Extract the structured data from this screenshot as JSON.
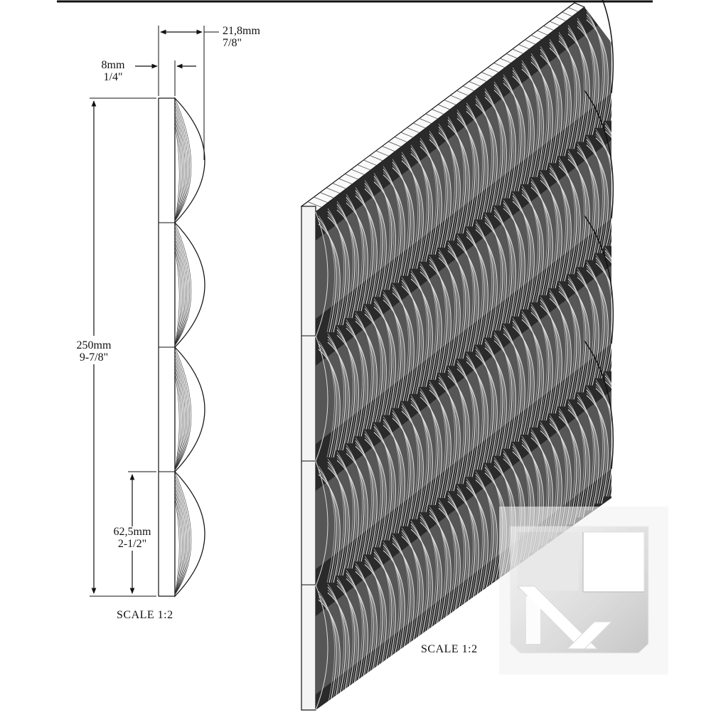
{
  "dimensions": {
    "panel_depth": {
      "metric": "21,8mm",
      "imperial": "7/8\""
    },
    "base_thickness": {
      "metric": "8mm",
      "imperial": "1/4\""
    },
    "panel_height": {
      "metric": "250mm",
      "imperial": "9-7/8\""
    },
    "wave_pitch": {
      "metric": "62,5mm",
      "imperial": "2-1/2\""
    }
  },
  "side_view": {
    "scale_label": "SCALE 1:2"
  },
  "iso_view": {
    "scale_label": "SCALE 1:2"
  },
  "watermark": {
    "icon": "brand-logo-icon"
  }
}
